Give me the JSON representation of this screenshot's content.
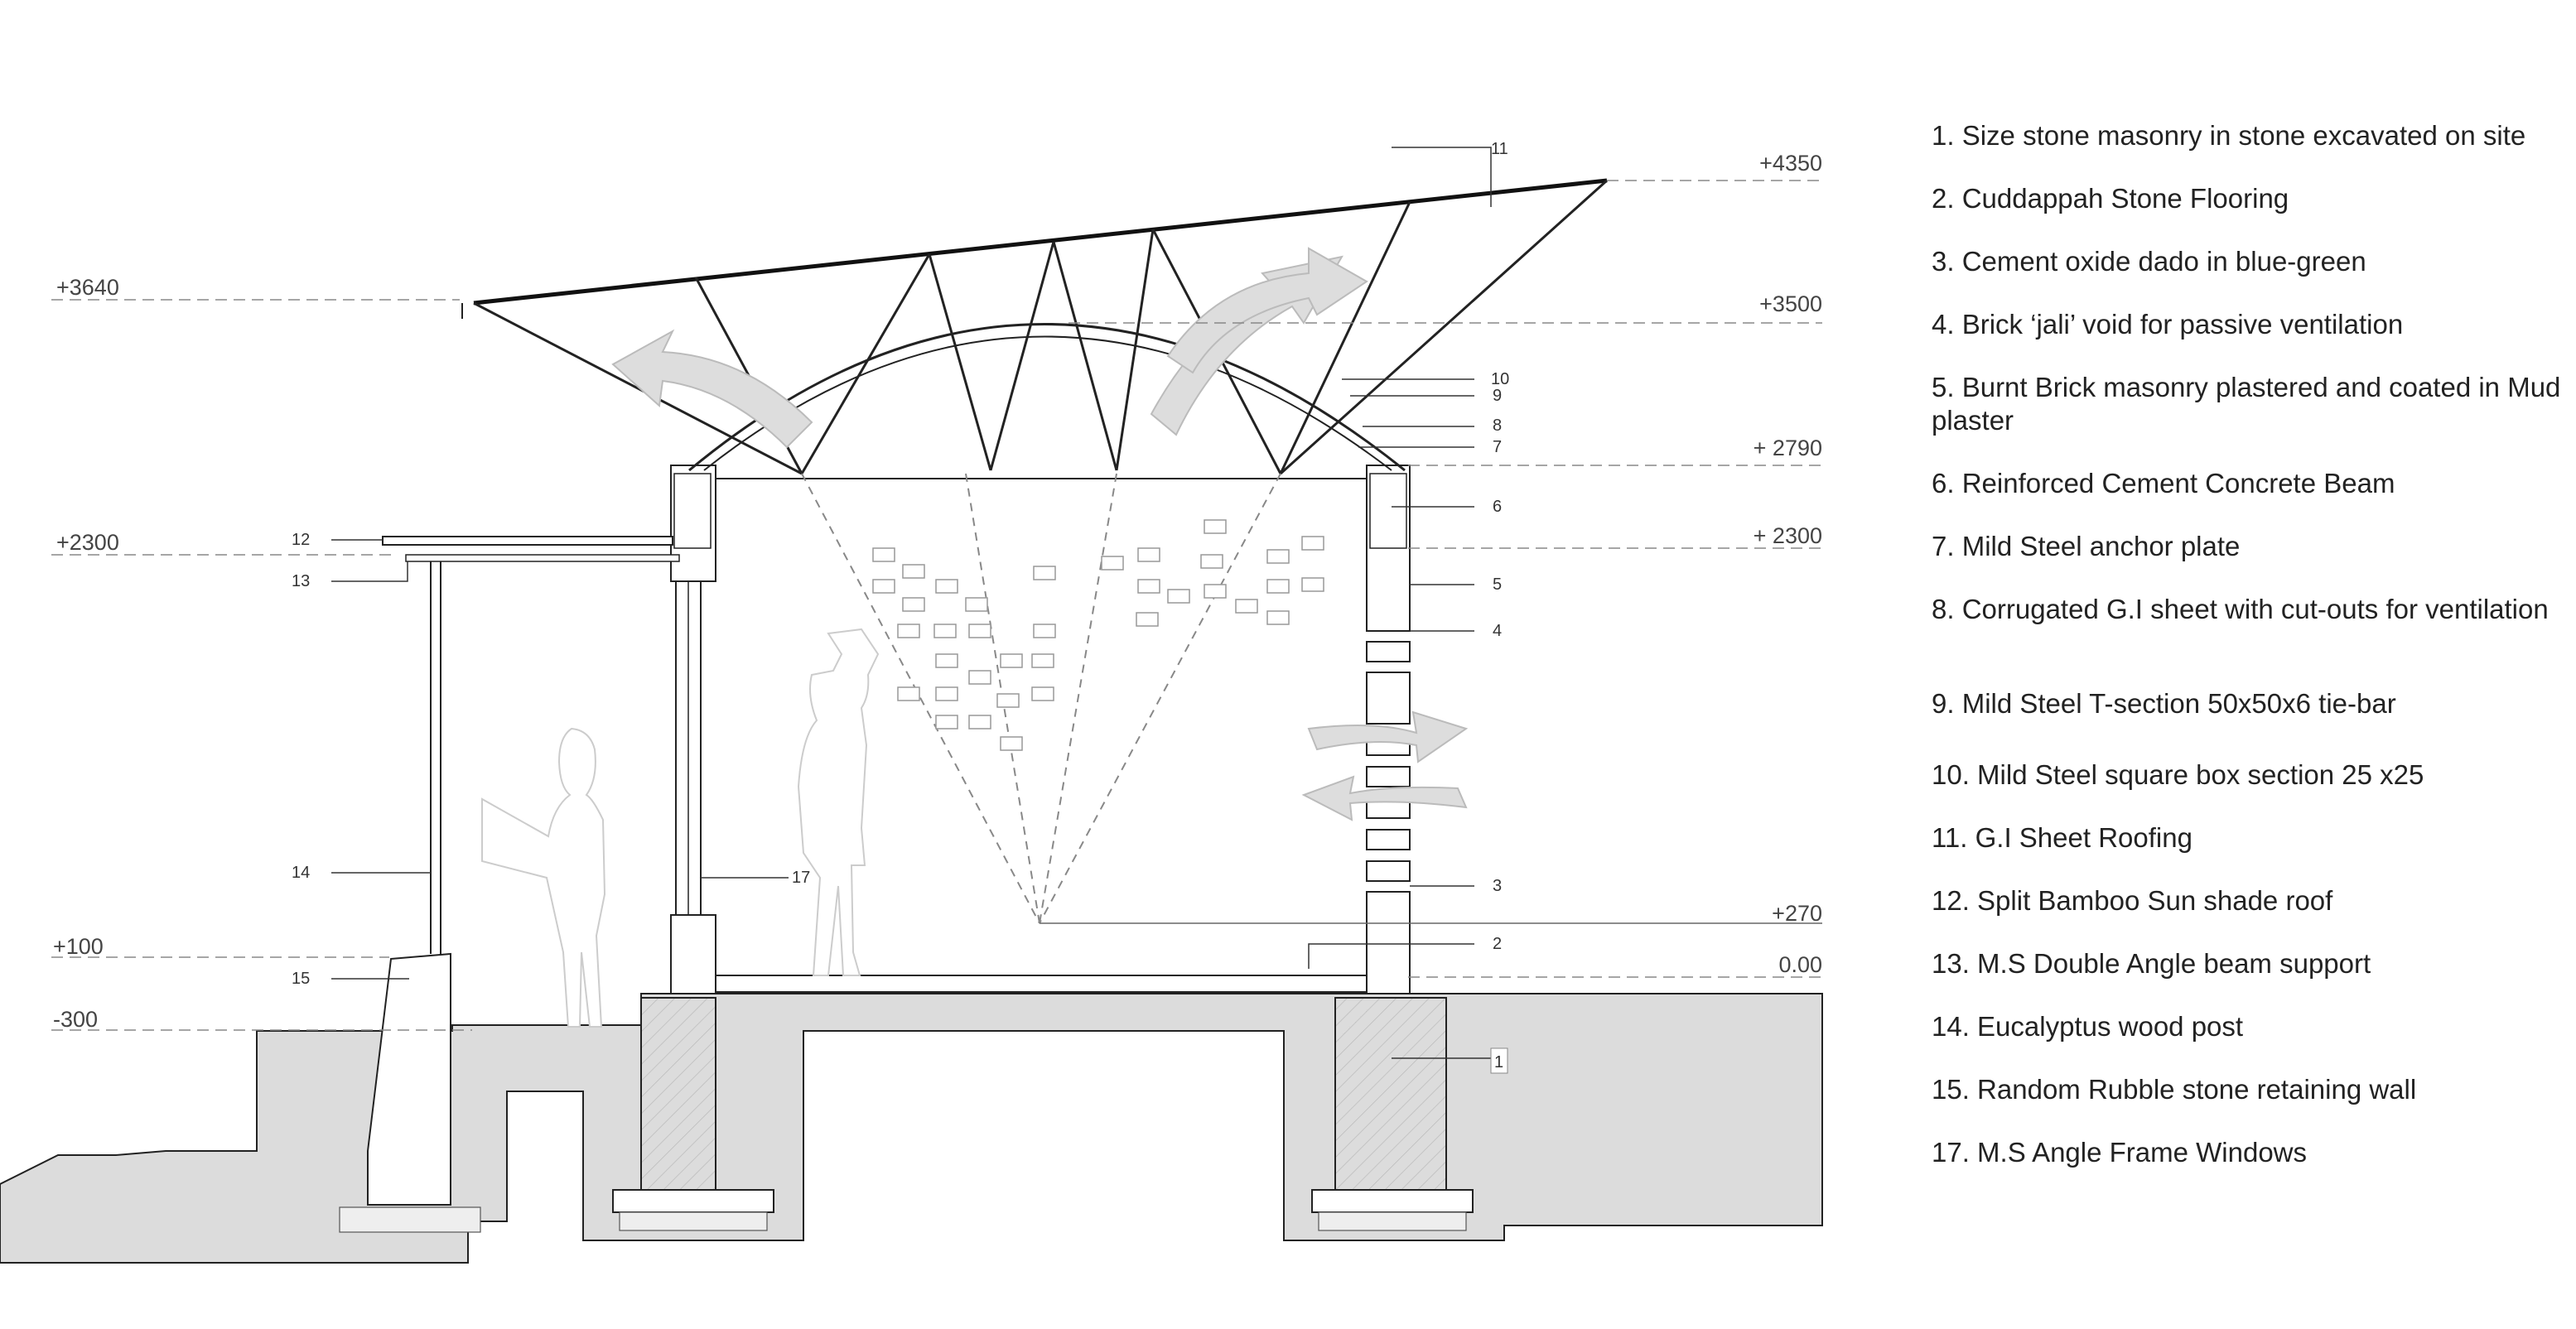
{
  "levels": {
    "top_roof": "+4350",
    "left_eave": "+3640",
    "vault": "+3500",
    "wall_top": "+ 2790",
    "beam_right": "+ 2300",
    "shade_left": "+2300",
    "sill": "+270",
    "outer_ground": "+100",
    "floor": "0.00",
    "footing": "-300"
  },
  "tags": {
    "t1": "1",
    "t2": "2",
    "t3": "3",
    "t4": "4",
    "t5": "5",
    "t6": "6",
    "t7": "7",
    "t8": "8",
    "t9": "9",
    "t10": "10",
    "t11": "11",
    "t12": "12",
    "t13": "13",
    "t14": "14",
    "t15": "15",
    "t17": "17"
  },
  "legend": [
    {
      "num": "1.",
      "text": "Size stone masonry in stone excavated on site"
    },
    {
      "num": "2.",
      "text": "Cuddappah Stone Flooring"
    },
    {
      "num": "3.",
      "text": "Cement oxide dado in blue-green"
    },
    {
      "num": "4.",
      "text": "Brick ‘jali’ void for passive ventilation"
    },
    {
      "num": "5.",
      "text": "Burnt Brick masonry plastered and coated in Mud plaster"
    },
    {
      "num": "6.",
      "text": "Reinforced Cement Concrete Beam"
    },
    {
      "num": "7.",
      "text": "Mild Steel anchor plate"
    },
    {
      "num": "8.",
      "text": "Corrugated G.I sheet with cut-outs for ventilation"
    },
    {
      "num": "9.",
      "text": "Mild Steel T-section 50x50x6 tie-bar"
    },
    {
      "num": "10.",
      "text": "Mild Steel square box section 25 x25"
    },
    {
      "num": "11.",
      "text": "G.I Sheet Roofing"
    },
    {
      "num": "12.",
      "text": "Split Bamboo Sun shade roof"
    },
    {
      "num": "13.",
      "text": "M.S Double Angle beam support"
    },
    {
      "num": "14.",
      "text": "Eucalyptus wood post"
    },
    {
      "num": "15.",
      "text": "Random Rubble stone retaining wall"
    },
    {
      "num": "17.",
      "text": "M.S Angle Frame Windows"
    }
  ],
  "colors": {
    "ground_fill": "#dcdcdc",
    "line": "#222222",
    "dash": "#888888",
    "arrow": "#cfcfcf"
  }
}
